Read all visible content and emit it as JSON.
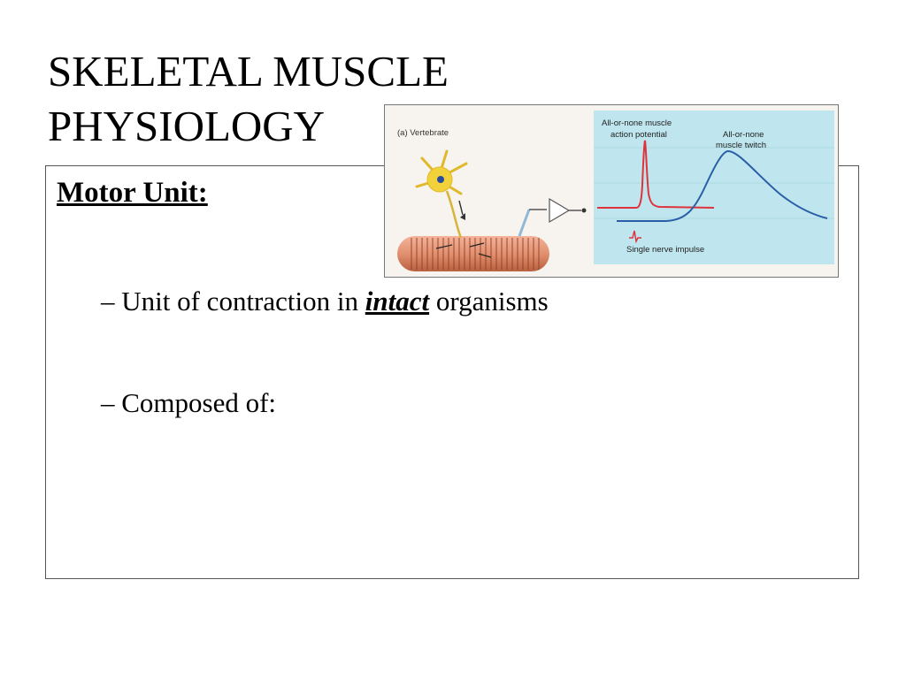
{
  "slide": {
    "title_line1": "SKELETAL MUSCLE",
    "title_line2": "PHYSIOLOGY",
    "heading": "Motor Unit:",
    "bullets": {
      "b1_prefix": "– Unit of contraction in ",
      "b1_emph": "intact",
      "b1_suffix": " organisms",
      "b2": "– Composed of:"
    }
  },
  "figure": {
    "panel_label": "(a) Vertebrate",
    "ap_label_line1": "All-or-none muscle",
    "ap_label_line2": "action potential",
    "twitch_label_line1": "All-or-none",
    "twitch_label_line2": "muscle twitch",
    "impulse_label": "Single nerve impulse",
    "colors": {
      "panel_bg": "#bfe6ee",
      "action_potential": "#e0323c",
      "twitch": "#2a5fa8",
      "muscle": "#e2906f",
      "neuron": "#f2d23a"
    }
  }
}
